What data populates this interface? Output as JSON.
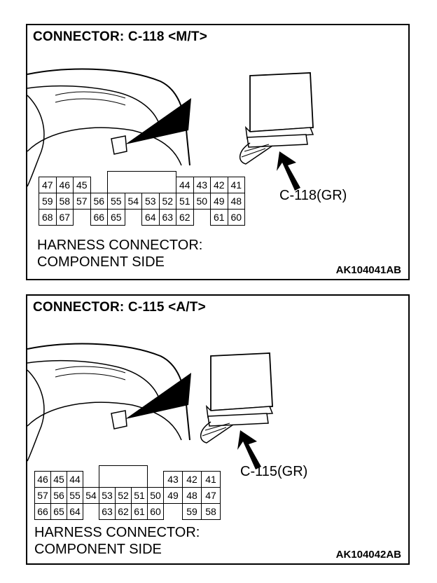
{
  "panel1": {
    "title": "CONNECTOR: C-118 <M/T>",
    "connector_label": "C-118(GR)",
    "harness_line1": "HARNESS CONNECTOR:",
    "harness_line2": "COMPONENT SIDE",
    "code": "AK104041AB",
    "rows": [
      [
        "47",
        "46",
        "45",
        "",
        "",
        "",
        "",
        "",
        "44",
        "43",
        "42",
        "41"
      ],
      [
        "59",
        "58",
        "57",
        "56",
        "55",
        "54",
        "53",
        "52",
        "51",
        "50",
        "49",
        "48"
      ],
      [
        "68",
        "67",
        "",
        "66",
        "65",
        "",
        "64",
        "63",
        "62",
        "",
        "61",
        "60"
      ]
    ]
  },
  "panel2": {
    "title": "CONNECTOR: C-115 <A/T>",
    "connector_label": "C-115(GR)",
    "harness_line1": "HARNESS CONNECTOR:",
    "harness_line2": "COMPONENT SIDE",
    "code": "AK104042AB",
    "rows_left": [
      [
        "46",
        "45",
        "44",
        "",
        "",
        "",
        ""
      ],
      [
        "57",
        "56",
        "55",
        "54",
        "53",
        "52",
        "51",
        "50"
      ],
      [
        "66",
        "65",
        "64",
        "",
        "63",
        "62",
        "61",
        "60"
      ]
    ],
    "rows_right": [
      [
        "43",
        "42",
        "41"
      ],
      [
        "49",
        "48",
        "47"
      ],
      [
        "",
        "59",
        "58"
      ]
    ]
  }
}
